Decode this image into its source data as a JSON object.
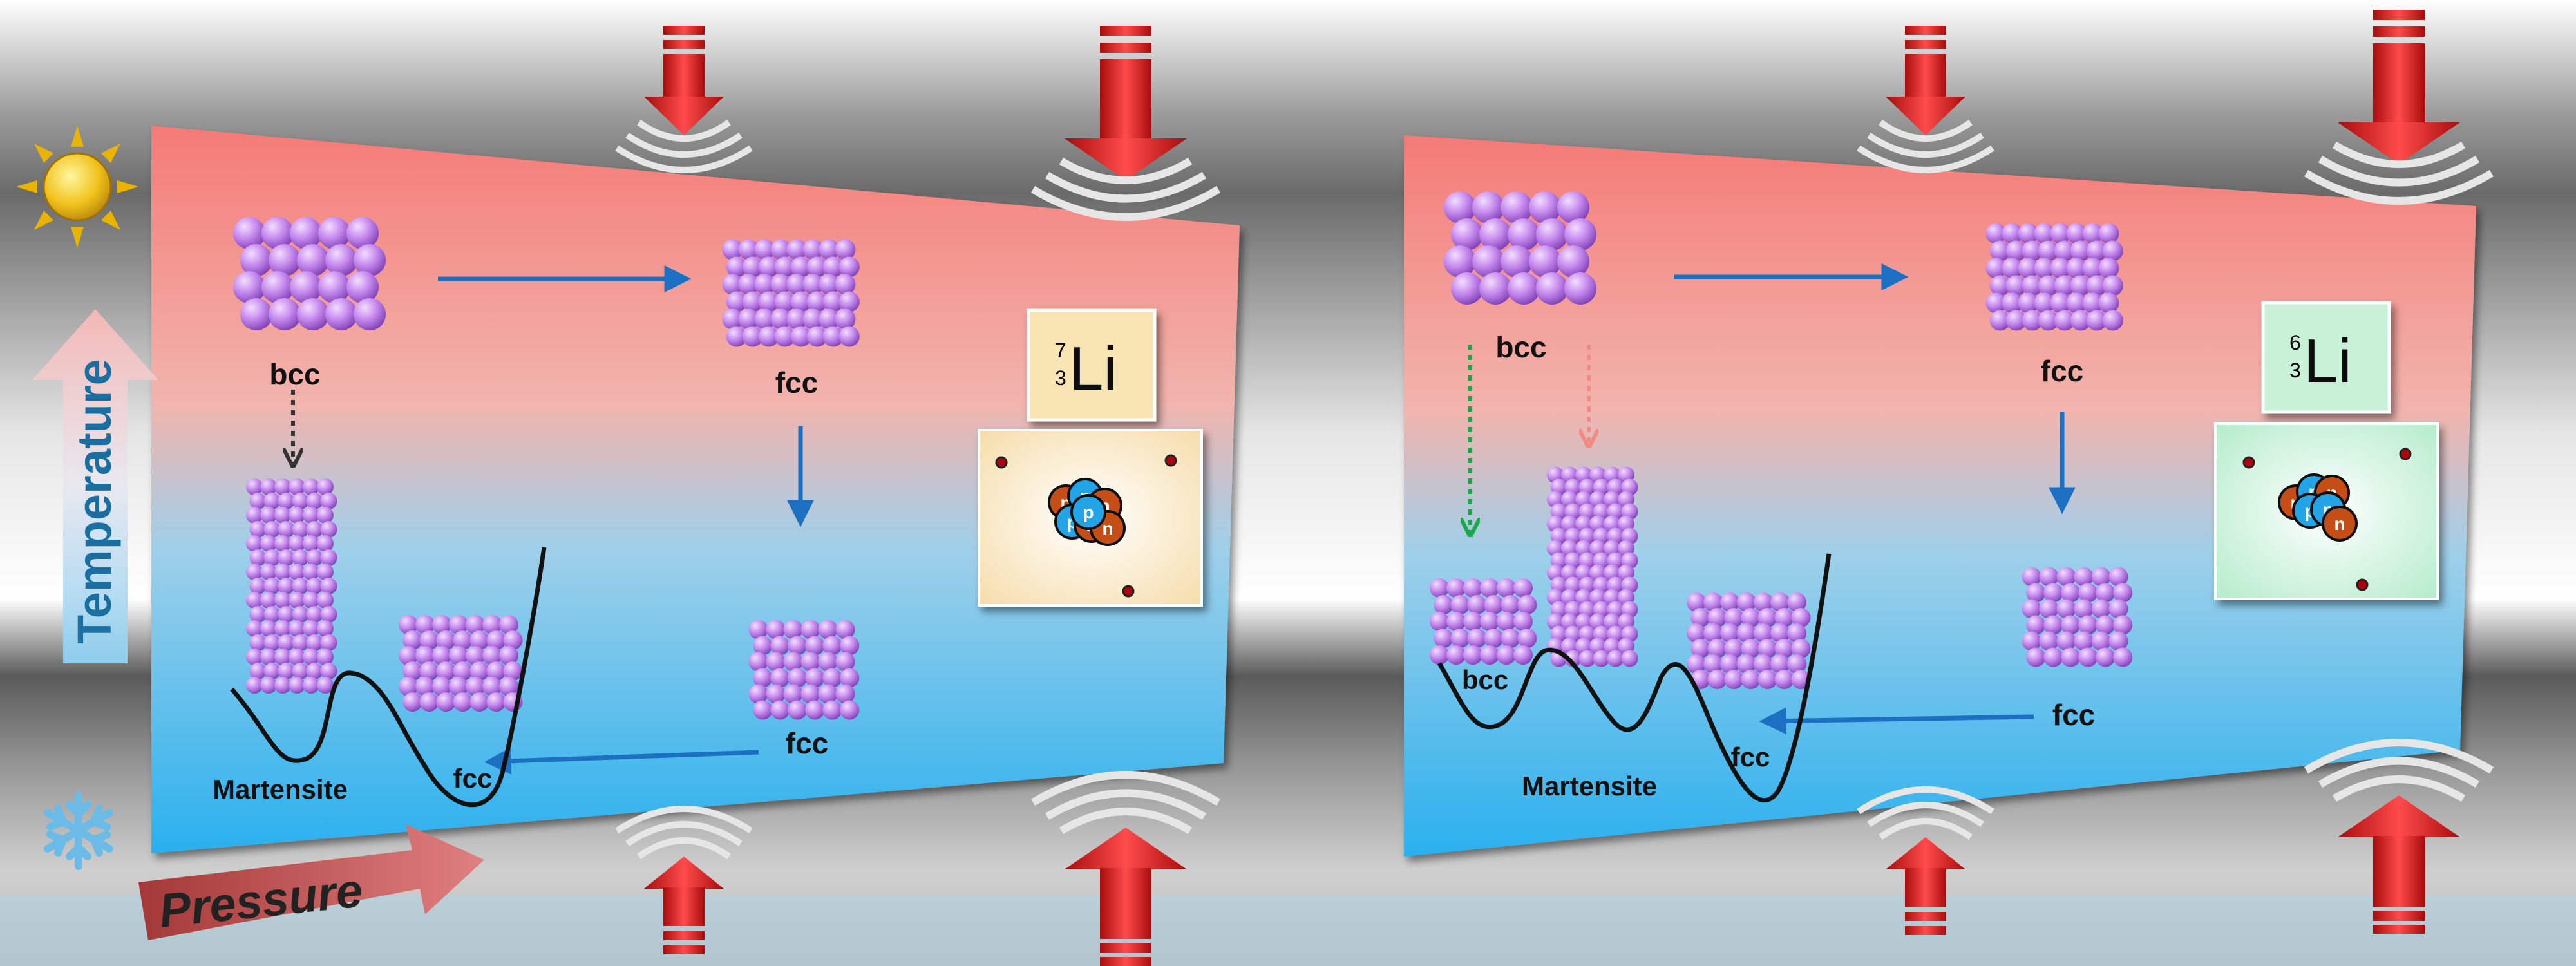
{
  "axes": {
    "temperature_label": "Temperature",
    "pressure_label": "Pressure"
  },
  "panels": [
    {
      "element": {
        "mass": "7",
        "atomic": "3",
        "symbol": "Li"
      },
      "labels": {
        "bcc_top": "bcc",
        "fcc_top": "fcc",
        "fcc_bottom": "fcc",
        "fcc_well": "fcc",
        "martensite": "Martensite"
      },
      "nucleus": [
        "n",
        "p",
        "n",
        "p",
        "n",
        "n",
        "p"
      ],
      "colors": {
        "card": "#f9e4b3",
        "card_glow": "#ffffff",
        "wedge_top": "#f47a76",
        "wedge_bottom": "#29b0ee"
      }
    },
    {
      "element": {
        "mass": "6",
        "atomic": "3",
        "symbol": "Li"
      },
      "labels": {
        "bcc_top": "bcc",
        "fcc_top": "fcc",
        "bcc_well": "bcc",
        "fcc_right": "fcc",
        "fcc_well": "fcc",
        "martensite": "Martensite"
      },
      "nucleus": [
        "n",
        "p",
        "n",
        "p",
        "p",
        "n"
      ],
      "colors": {
        "card": "#c9f1d7",
        "card_glow": "#ffffff",
        "wedge_top": "#f47a76",
        "wedge_bottom": "#29b0ee"
      }
    }
  ],
  "colors": {
    "arrow_blue": "#1c6fc1",
    "arrow_red": "#e01919",
    "atom": "#c589ee",
    "proton": "#23a4e6",
    "neutron": "#c54d12",
    "electron": "#b00010",
    "dotted_dark": "#333333",
    "dotted_green": "#1aa84a",
    "dotted_salmon": "#f08b83"
  },
  "icons": [
    "sun-icon",
    "snowflake-icon"
  ]
}
